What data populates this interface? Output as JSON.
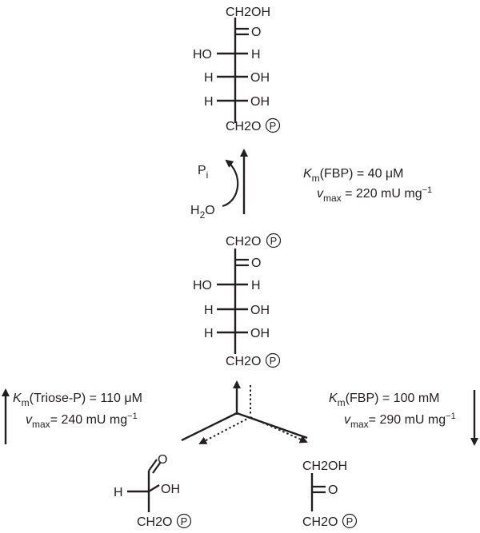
{
  "fructose_6p": {
    "c1": "CH2OH",
    "c2": "O",
    "c3_left": "HO",
    "c3_right": "H",
    "c4_left": "H",
    "c4_right": "OH",
    "c5_left": "H",
    "c5_right": "OH",
    "c6": "CH2O",
    "phosphate": "P"
  },
  "fructose_bp": {
    "c1": "CH2O",
    "c1_phosphate": "P",
    "c2": "O",
    "c3_left": "HO",
    "c3_right": "H",
    "c4_left": "H",
    "c4_right": "OH",
    "c5_left": "H",
    "c5_right": "OH",
    "c6": "CH2O",
    "c6_phosphate": "P"
  },
  "hydrolysis": {
    "product": "P",
    "product_sub": "i",
    "reactant": "H",
    "reactant_sub": "2",
    "reactant_tail": "O"
  },
  "fbpase_kinetics": {
    "km_symbol": "K",
    "km_sub": "m",
    "km_text": "(FBP) = 40 μM",
    "vmax_symbol": "v",
    "vmax_sub": "max",
    "vmax_text": " = 220 mU mg",
    "vmax_exp": "−1"
  },
  "aldolase_forward": {
    "km_symbol": "K",
    "km_sub": "m",
    "km_text": "(FBP) = 100 mM",
    "vmax_symbol": "v",
    "vmax_sub": "max",
    "vmax_text": "= 290 mU mg",
    "vmax_exp": "−1"
  },
  "aldolase_reverse": {
    "km_symbol": "K",
    "km_sub": "m",
    "km_text": "(Triose-P) = 110 μM",
    "vmax_symbol": "v",
    "vmax_sub": "max",
    "vmax_text": "= 240 mU mg",
    "vmax_exp": "−1"
  },
  "gap": {
    "o": "O",
    "h": "H",
    "oh": "OH",
    "ch2o": "CH2O",
    "phosphate": "P"
  },
  "dhap": {
    "ch2oh": "CH2OH",
    "o": "O",
    "ch2o": "CH2O",
    "phosphate": "P"
  }
}
